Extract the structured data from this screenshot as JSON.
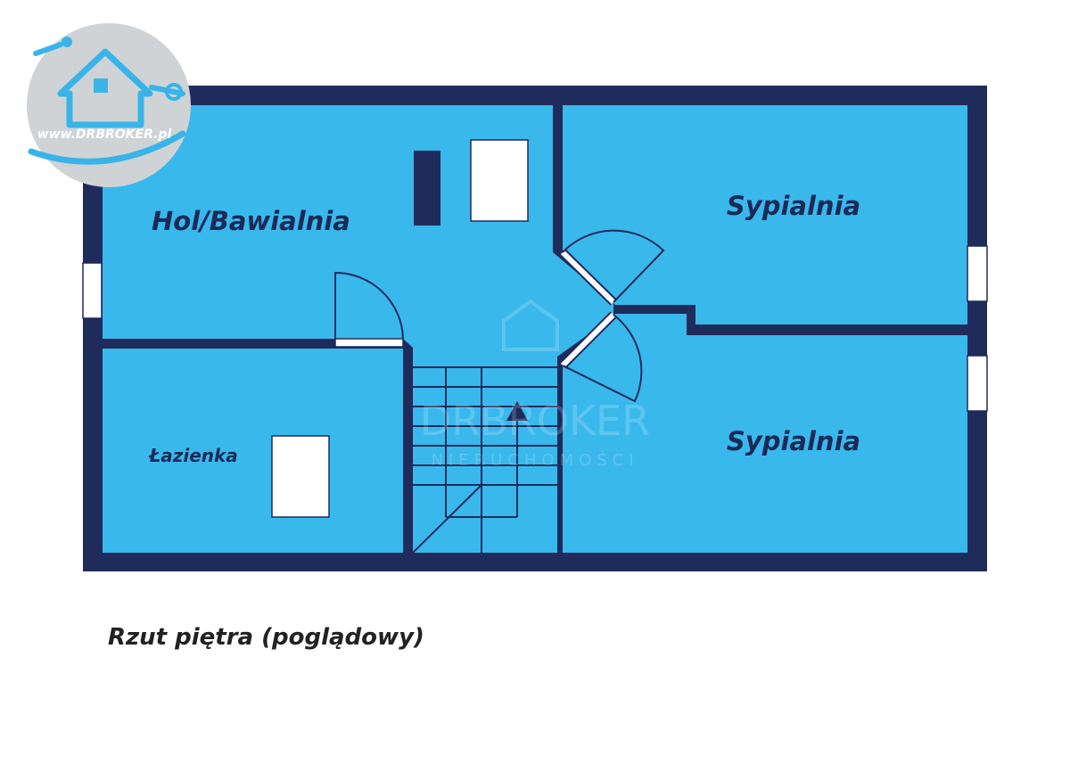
{
  "colors": {
    "wall": "#1f2b5b",
    "floor": "#39b8ec",
    "fixture": "#ffffff",
    "line": "#1f2b5b",
    "logo_blue": "#39b4e8",
    "logo_grey": "#cfd3d6"
  },
  "logo": {
    "url_text": "www.DRBROKER.pl",
    "icon": "house-logo-icon"
  },
  "watermark": {
    "brand": "DRBROKER",
    "subtitle": "NIERUCHOMOŚCI",
    "icon": "house-watermark-icon"
  },
  "rooms": [
    {
      "id": "hall",
      "label": "Hol/Bawialnia"
    },
    {
      "id": "bedroom-top",
      "label": "Sypialnia"
    },
    {
      "id": "bedroom-bottom",
      "label": "Sypialnia"
    },
    {
      "id": "bathroom",
      "label": "Łazienka"
    }
  ],
  "caption": "Rzut piętra (poglądowy)"
}
